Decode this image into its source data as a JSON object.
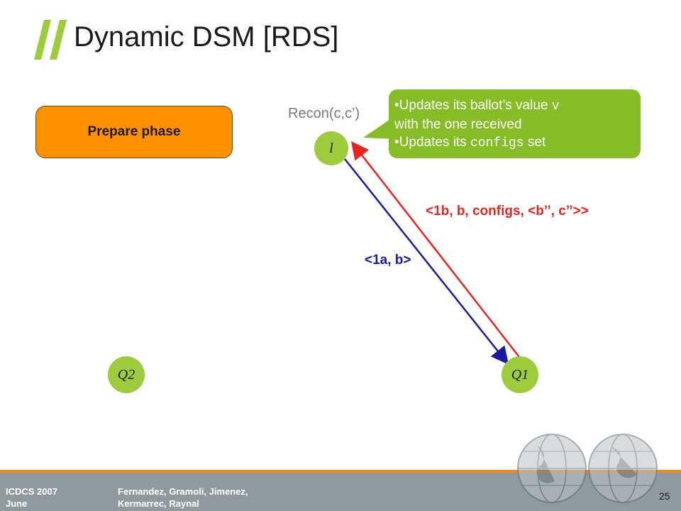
{
  "slide": {
    "title": "Dynamic DSM [RDS]",
    "phase_label": "Prepare phase",
    "recon_label": "Recon(c,c’)",
    "page_number": "25"
  },
  "nodes": {
    "leader": "l",
    "q1": "Q1",
    "q2": "Q2"
  },
  "callout": {
    "bullet1_before": "Updates its ballot’s value ",
    "bullet1_code": "v",
    "bullet1_after": "with the one received",
    "bullet2_before": "Updates its ",
    "bullet2_code": "configs",
    "bullet2_after": " set"
  },
  "messages": {
    "red": "<1b, b, configs, <b’’, c’’>>",
    "blue": "<1a, b>"
  },
  "footer": {
    "conf_line1": "ICDCS 2007",
    "conf_line2": "June",
    "authors_line1": "Fernandez, Gramoli, Jimenez,",
    "authors_line2": "Kermarrec, Raynal"
  },
  "colors": {
    "orange": "#ff9100",
    "green": "#86bc25",
    "red": "#e8251c",
    "blue": "#1a1aa0"
  }
}
